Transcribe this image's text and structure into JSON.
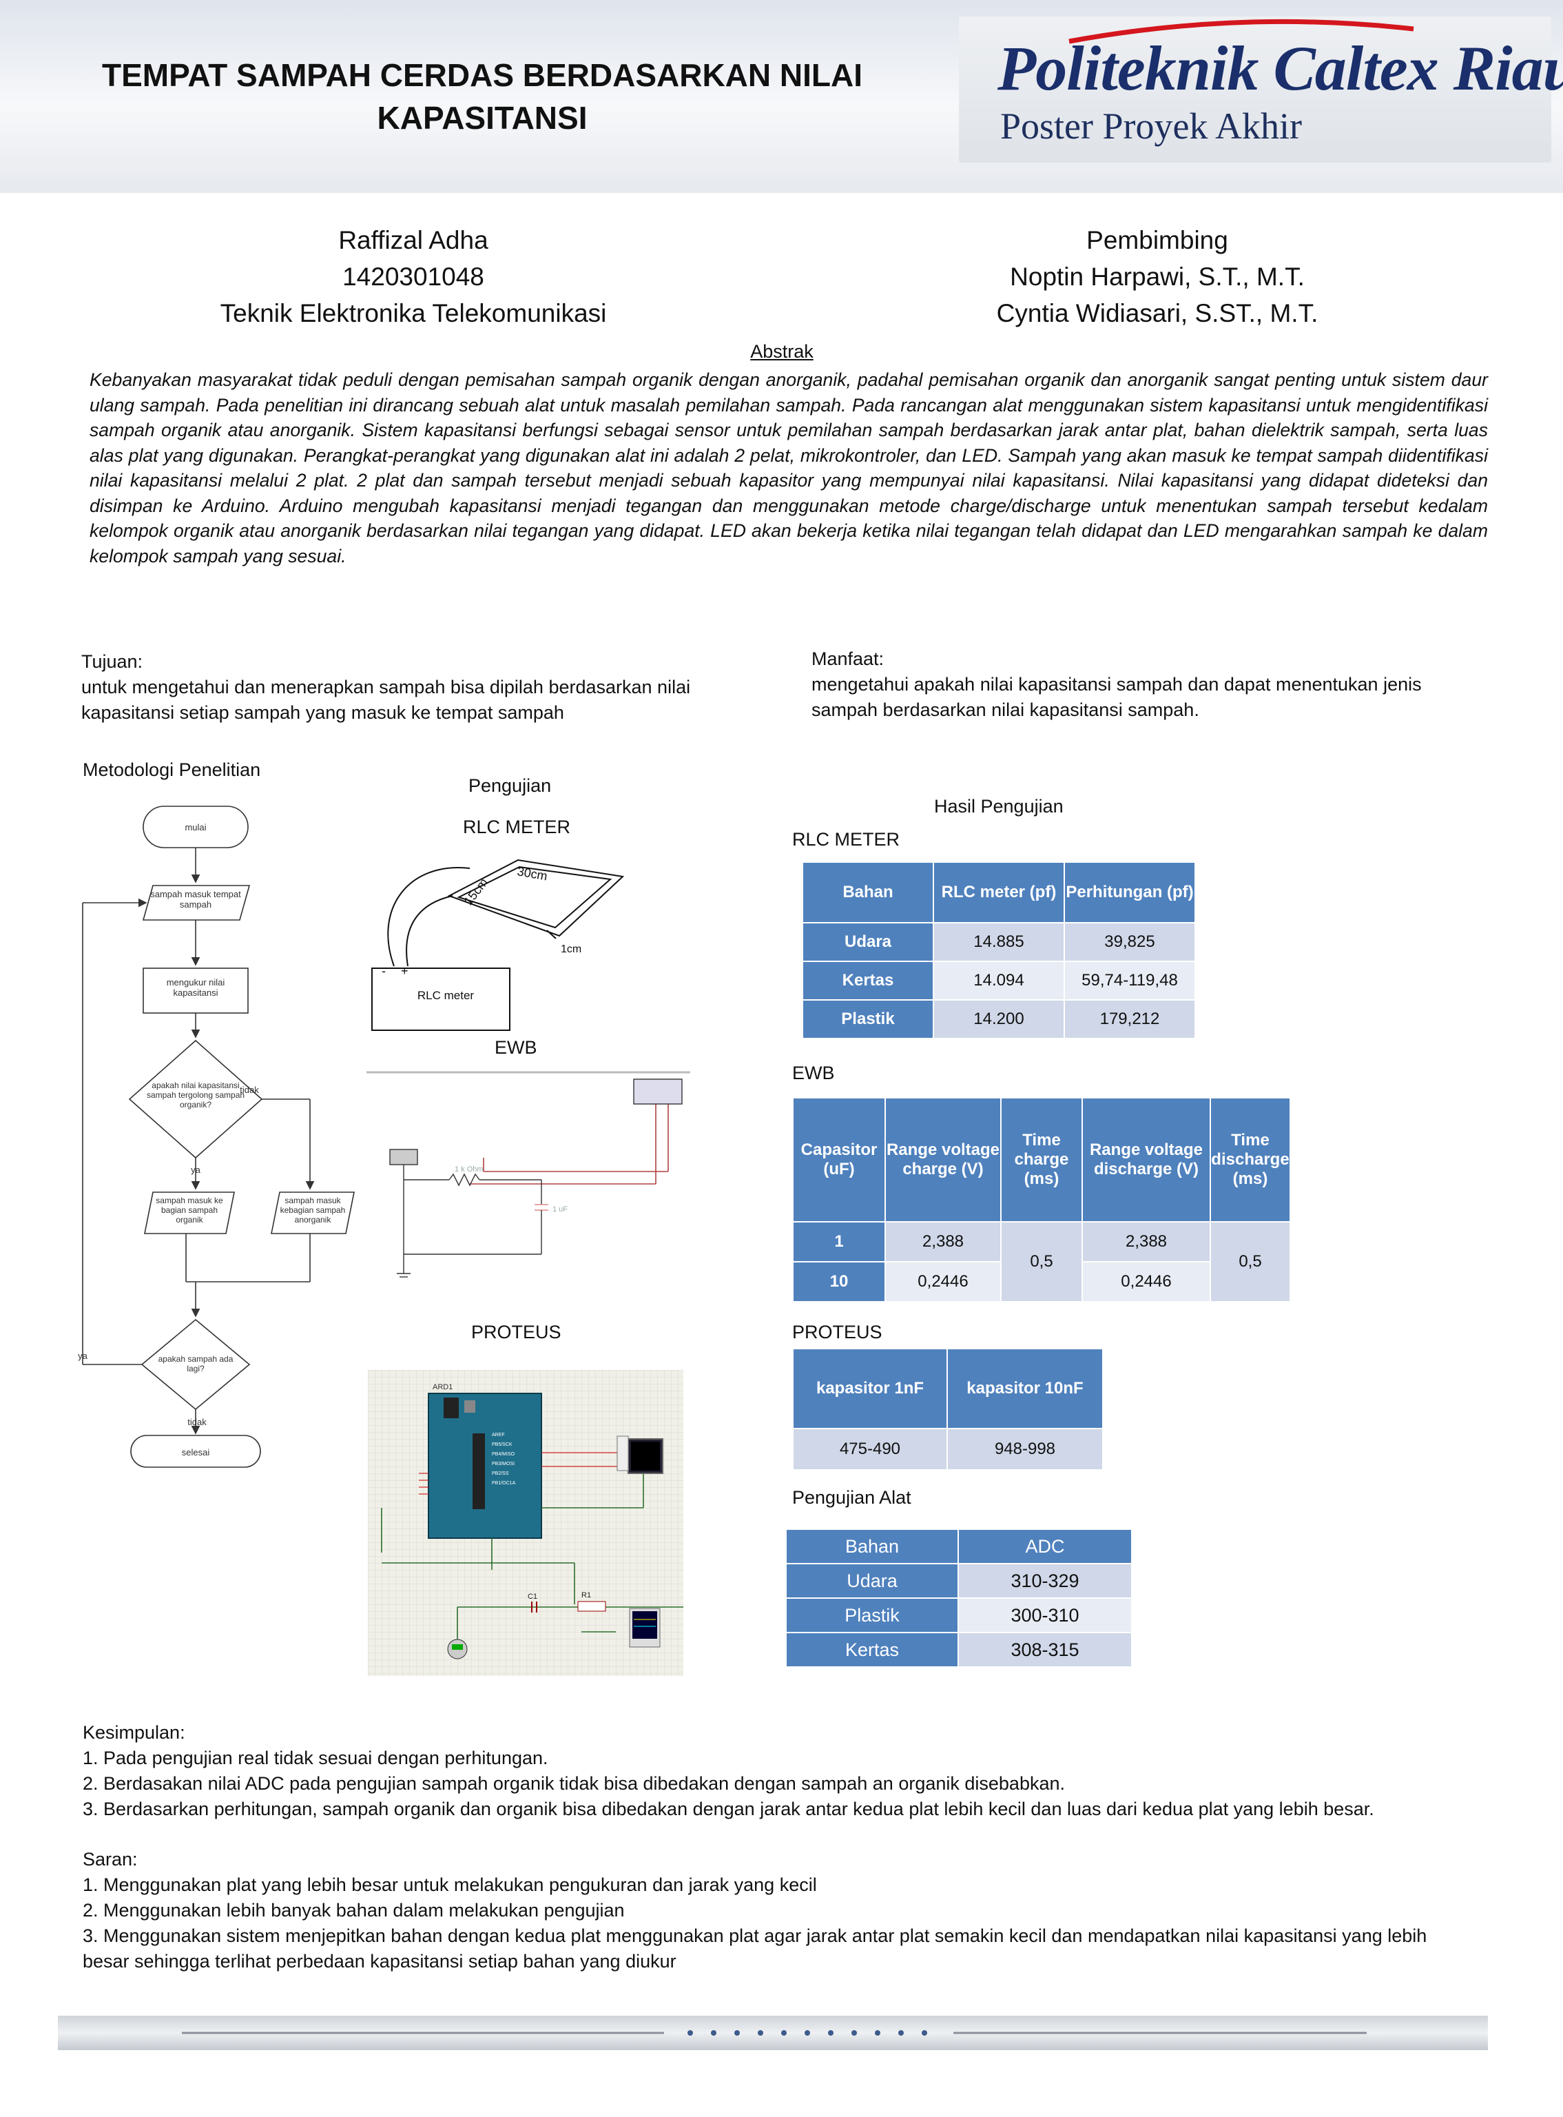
{
  "header": {
    "title": "TEMPAT SAMPAH CERDAS BERDASARKAN NILAI KAPASITANSI",
    "logo_name": "Politeknik Caltex Riau",
    "logo_sub": "Poster Proyek Akhir"
  },
  "author": {
    "name": "Raffizal Adha",
    "nim": "1420301048",
    "program": "Teknik Elektronika Telekomunikasi"
  },
  "supervisor": {
    "label": "Pembimbing",
    "name1": "Noptin Harpawi, S.T., M.T.",
    "name2": "Cyntia Widiasari, S.ST., M.T."
  },
  "abstract": {
    "heading": "Abstrak",
    "text": "Kebanyakan masyarakat tidak peduli dengan pemisahan sampah organik dengan anorganik, padahal pemisahan organik dan anorganik sangat penting untuk sistem daur ulang sampah. Pada penelitian ini dirancang sebuah alat untuk masalah pemilahan sampah. Pada rancangan alat menggunakan sistem kapasitansi untuk mengidentifikasi sampah organik atau anorganik. Sistem kapasitansi berfungsi sebagai sensor untuk pemilahan sampah berdasarkan jarak antar plat, bahan dielektrik sampah, serta luas alas plat yang digunakan. Perangkat-perangkat yang digunakan alat ini adalah 2 pelat, mikrokontroler, dan LED. Sampah yang akan masuk ke tempat sampah diidentifikasi nilai kapasitansi melalui 2 plat. 2 plat dan sampah tersebut menjadi sebuah kapasitor yang mempunyai nilai kapasitansi. Nilai kapasitansi yang didapat dideteksi dan disimpan ke Arduino. Arduino mengubah kapasitansi menjadi tegangan dan menggunakan metode charge/discharge untuk menentukan sampah tersebut kedalam kelompok organik atau anorganik berdasarkan nilai tegangan yang didapat. LED akan bekerja ketika nilai tegangan telah didapat dan LED mengarahkan sampah ke dalam kelompok sampah yang sesuai."
  },
  "tujuan": {
    "label": "Tujuan:",
    "text": "untuk mengetahui dan menerapkan sampah bisa dipilah berdasarkan nilai kapasitansi setiap sampah yang masuk ke tempat sampah"
  },
  "manfaat": {
    "label": "Manfaat:",
    "text": "mengetahui apakah nilai kapasitansi  sampah dan dapat menentukan jenis sampah berdasarkan nilai kapasitansi sampah."
  },
  "metodologi": {
    "label": "Metodologi Penelitian",
    "flow": {
      "start": "mulai",
      "input1": "sampah masuk tempat sampah",
      "measure": "mengukur nilai kapasitansi",
      "decision1": "apakah nilai kapasitansi sampah tergolong sampah organik?",
      "no": "tidak",
      "yes": "ya",
      "out_organik": "sampah masuk ke bagian sampah organik",
      "out_anorganik": "sampah masuk kebagian sampah anorganik",
      "decision2": "apakah sampah ada lagi?",
      "end": "selesai"
    }
  },
  "pengujian": {
    "label": "Pengujian",
    "rlc_label": "RLC METER",
    "rlc_dim1": "15cm",
    "rlc_dim2": "30cm",
    "rlc_dim3": "1cm",
    "rlc_box": "RLC meter",
    "ewb_label": "EWB",
    "ewb_res": "1 k Ohm",
    "ewb_cap": "1 uF",
    "proteus_label": "PROTEUS",
    "proteus_ard": "ARD1",
    "proteus_r1": "R1",
    "proteus_c1": "C1"
  },
  "hasil": {
    "label": "Hasil Pengujian",
    "rlc": {
      "label": "RLC METER",
      "headers": [
        "Bahan",
        "RLC meter (pf)",
        "Perhitungan (pf)"
      ],
      "rows": [
        [
          "Udara",
          "14.885",
          "39,825"
        ],
        [
          "Kertas",
          "14.094",
          "59,74-119,48"
        ],
        [
          "Plastik",
          "14.200",
          "179,212"
        ]
      ]
    },
    "ewb": {
      "label": "EWB",
      "headers": [
        "Capasitor (uF)",
        "Range voltage charge (V)",
        "Time charge (ms)",
        "Range voltage discharge (V)",
        "Time discharge (ms)"
      ],
      "rows": [
        [
          "1",
          "2,388",
          "2,388"
        ],
        [
          "10",
          "0,2446",
          "0,2446"
        ]
      ],
      "time_charge": "0,5",
      "time_discharge": "0,5"
    },
    "proteus": {
      "label": "PROTEUS",
      "headers": [
        "kapasitor 1nF",
        "kapasitor 10nF"
      ],
      "values": [
        "475-490",
        "948-998"
      ]
    },
    "alat": {
      "label": "Pengujian Alat",
      "headers": [
        "Bahan",
        "ADC"
      ],
      "rows": [
        [
          "Udara",
          "310-329"
        ],
        [
          "Plastik",
          "300-310"
        ],
        [
          "Kertas",
          "308-315"
        ]
      ]
    }
  },
  "kesimpulan": {
    "label": "Kesimpulan:",
    "items": [
      "1. Pada pengujian real tidak sesuai dengan perhitungan.",
      "2. Berdasakan nilai ADC pada pengujian sampah organik tidak bisa dibedakan dengan sampah an organik disebabkan.",
      "3. Berdasarkan perhitungan, sampah organik dan organik bisa dibedakan dengan jarak antar kedua plat lebih kecil dan luas dari kedua plat yang lebih besar."
    ]
  },
  "saran": {
    "label": "Saran:",
    "items": [
      "1. Menggunakan plat yang lebih besar untuk melakukan pengukuran dan jarak yang kecil",
      "2. Menggunakan lebih banyak bahan dalam melakukan pengujian",
      "3. Menggunakan sistem menjepitkan bahan dengan kedua plat menggunakan plat agar jarak antar plat semakin kecil dan mendapatkan nilai kapasitansi yang lebih besar sehingga terlihat perbedaan kapasitansi setiap bahan yang diukur"
    ]
  },
  "colors": {
    "table_header": "#4f81bd",
    "table_row_dark": "#cfd7e8",
    "table_row_light": "#e8ecf4",
    "logo_blue": "#1a2f6b",
    "logo_red": "#d4161d"
  }
}
